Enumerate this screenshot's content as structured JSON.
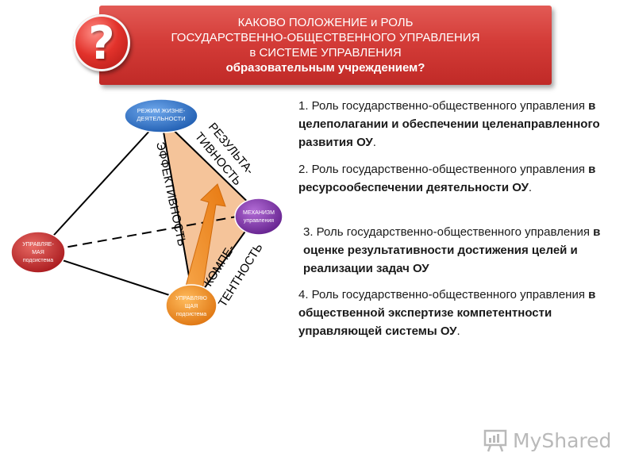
{
  "header": {
    "line1": "КАКОВО ПОЛОЖЕНИЕ  и РОЛЬ",
    "line2": "ГОСУДАРСТВЕННО-ОБЩЕСТВЕННОГО УПРАВЛЕНИЯ",
    "line3": "в СИСТЕМЕ УПРАВЛЕНИЯ",
    "line4": "образовательным учреждением?",
    "badge_symbol": "?",
    "colors": {
      "banner": "#d43c38",
      "badge": "#e2322b"
    }
  },
  "diagram": {
    "nodes": {
      "top": [
        "РЕЖИМ ЖИЗНЕ-",
        "ДЕЯТЕЛЬНОСТИ"
      ],
      "right": [
        "МЕХАНИЗМ",
        "управления"
      ],
      "left": [
        "УПРАВЛЯЕ-",
        "МАЯ",
        "подсистема"
      ],
      "bottom": [
        "УПРАВЛЯЮ",
        "ЩАЯ",
        "подсистема"
      ]
    },
    "edge_labels": {
      "efficiency": "ЭФФЕКТИВНОСТЬ",
      "result_1": "РЕЗУЛЬТА-",
      "result_2": "ТИВНОСТЬ",
      "competence_1": "КОМПЕ-",
      "competence_2": "ТЕНТНОСТЬ"
    },
    "colors": {
      "top_node": "#2b6fc4",
      "right_node": "#7a2fa6",
      "left_node": "#c0262b",
      "bottom_node": "#f08a1c",
      "highlight": "#f5c49a",
      "arrow": "#f08a1c"
    }
  },
  "items": [
    {
      "prefix": "1. Роль государственно-общественного управления ",
      "bold": "в целеполагании и обеспечении целенаправленного развития ОУ",
      "suffix": "."
    },
    {
      "prefix": "2. Роль государственно-общественного управления ",
      "bold": "в ресурсообеспечении деятельности ОУ",
      "suffix": "."
    },
    {
      "prefix": "3. Роль государственно-общественного управления ",
      "bold": "в оценке  результативности достижения целей и реализации задач ОУ",
      "suffix": ""
    },
    {
      "prefix": "4. Роль государственно-общественного управления ",
      "bold": "в общественной экспертизе компетентности управляющей системы ОУ",
      "suffix": "."
    }
  ],
  "watermark": {
    "text": "MyShared",
    "icon": "presentation-board-icon"
  }
}
